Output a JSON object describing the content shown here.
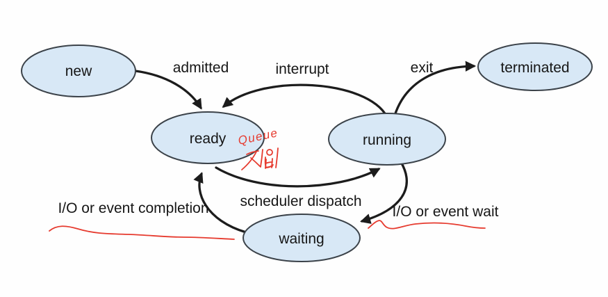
{
  "diagram": {
    "kind": "process-state-diagram",
    "states": [
      {
        "id": "new",
        "label": "new"
      },
      {
        "id": "ready",
        "label": "ready"
      },
      {
        "id": "running",
        "label": "running"
      },
      {
        "id": "waiting",
        "label": "waiting"
      },
      {
        "id": "terminated",
        "label": "terminated"
      }
    ],
    "transitions": [
      {
        "from": "new",
        "to": "ready",
        "label": "admitted"
      },
      {
        "from": "running",
        "to": "ready",
        "label": "interrupt"
      },
      {
        "from": "running",
        "to": "terminated",
        "label": "exit"
      },
      {
        "from": "ready",
        "to": "running",
        "label": "scheduler dispatch"
      },
      {
        "from": "running",
        "to": "waiting",
        "label": "I/O or event wait"
      },
      {
        "from": "waiting",
        "to": "ready",
        "label": "I/O or event completion"
      }
    ]
  },
  "annotations": {
    "handwritten_note_line1": "Queue",
    "handwritten_note_line2": "진입",
    "underlined_labels": [
      "I/O or event completion",
      "I/O or event wait"
    ]
  },
  "colors": {
    "state_fill": "#d8e8f6",
    "state_stroke": "#3b4249",
    "arrow": "#1c1c1c",
    "text": "#161616",
    "background": "#fefefe",
    "annotation_red": "#e63a2e"
  }
}
